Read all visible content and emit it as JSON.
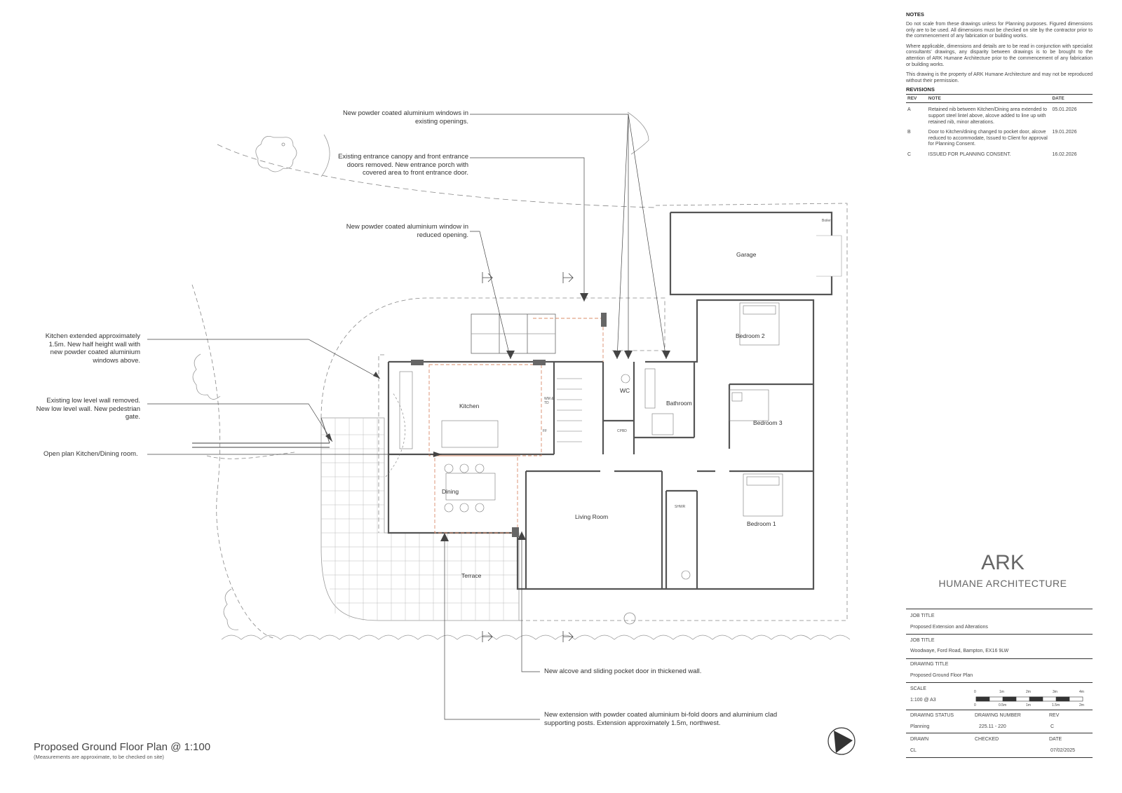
{
  "notes": {
    "heading": "NOTES",
    "paragraphs": [
      "Do not scale from these drawings unless for Planning purposes. Figured dimensions only are to be used. All dimensions must be checked on site by the contractor prior to the commencement of any fabrication or building works.",
      "Where applicable, dimensions and details are to be read in conjunction with specialist consultants' drawings, any disparity between drawings is to be brought to the attention of ARK Humane Architecture prior to the commencement of any fabrication or building works.",
      "This drawing is the property of ARK Humane Architecture and may not be reproduced without their permission."
    ]
  },
  "revisions": {
    "heading": "REVISIONS",
    "columns": [
      "REV",
      "NOTE",
      "DATE"
    ],
    "rows": [
      {
        "rev": "A",
        "note": "Retained nib between Kitchen/Dining area extended to support steel lintel above, alcove added to line up with retained nib, minor alterations.",
        "date": "05.01.2026"
      },
      {
        "rev": "B",
        "note": "Door to Kitchen/dining changed to pocket door, alcove reduced to accommodate, Issued to Client for approval for Planning Consent.",
        "date": "19.01.2026"
      },
      {
        "rev": "C",
        "note": "ISSUED FOR PLANNING CONSENT.",
        "date": "16.02.2026"
      }
    ]
  },
  "brand": {
    "name": "ARK",
    "subtitle": "HUMANE ARCHITECTURE"
  },
  "title_block": {
    "job_title_label": "JOB TITLE",
    "job_title": "Proposed Extension and Alterations",
    "address_label": "JOB TITLE",
    "address": "Woodwaye, Ford Road, Bampton, EX16 9LW",
    "drawing_title_label": "DRAWING TITLE",
    "drawing_title": "Proposed Ground Floor Plan",
    "scale_label": "SCALE",
    "scale": "1:100 @ A3",
    "scale_ticks_top": [
      "0",
      "1m",
      "2m",
      "3m",
      "4m"
    ],
    "scale_ticks_bottom": [
      "0",
      "0.5m",
      "1m",
      "1.5m",
      "2m"
    ],
    "status_label": "DRAWING STATUS",
    "status": "Planning",
    "number_label": "DRAWING NUMBER",
    "number": "225.11 - 220",
    "rev_label": "REV",
    "rev": "C",
    "drawn_label": "DRAWN",
    "drawn": "CL",
    "checked_label": "CHECKED",
    "checked": "",
    "date_label": "DATE",
    "date": "07/02/2025"
  },
  "drawing": {
    "title": "Proposed Ground Floor Plan @ 1:100",
    "subtitle": "(Measurements are approximate, to be checked on site)"
  },
  "annotations": {
    "windows_existing": "New powder coated aluminium windows in existing openings.",
    "entrance": "Existing entrance canopy and front entrance doors removed. New entrance porch with covered area to front entrance door.",
    "window_reduced": "New powder coated aluminium window in reduced opening.",
    "kitchen_extended": "Kitchen extended approximately 1.5m. New half height wall with new powder coated aluminium windows above.",
    "low_wall": "Existing low level wall removed. New low level wall. New pedestrian gate.",
    "open_plan": "Open plan Kitchen/Dining room.",
    "alcove": "New alcove and sliding pocket door in thickened wall.",
    "extension": "New extension with powder coated aluminium bi-fold doors and aluminium clad supporting posts. Extension approximately 1.5m, northwest."
  },
  "rooms": {
    "garage": "Garage",
    "boiler": "Boiler",
    "bedroom2": "Bedroom 2",
    "bedroom3": "Bedroom 3",
    "bedroom1": "Bedroom 1",
    "bathroom": "Bathroom",
    "wc": "WC",
    "cpbd": "CPBD",
    "kitchen": "Kitchen",
    "dining": "Dining",
    "living": "Living Room",
    "terrace": "Terrace",
    "shwr": "SHWR",
    "ff": "FF",
    "wm_td": "WM & TD"
  }
}
